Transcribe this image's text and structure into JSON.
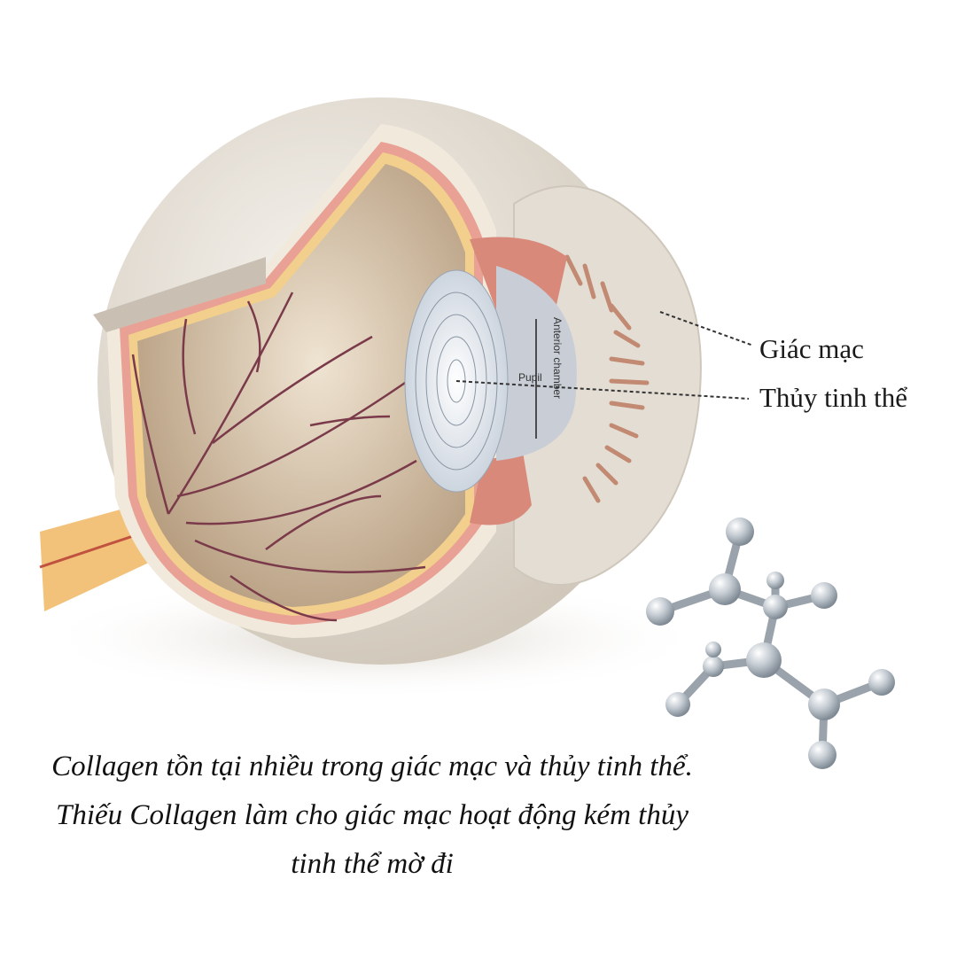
{
  "labels": {
    "cornea": "Giác mạc",
    "lens": "Thủy tinh thể",
    "pupil": "Pupil",
    "anterior_chamber": "Anterior chamber"
  },
  "caption": {
    "line1": "Collagen tồn tại nhiều trong giác mạc và thủy tinh thể.",
    "line2": "Thiếu Collagen làm cho giác mạc hoạt động kém thủy",
    "line3": "tinh thể mờ đi"
  },
  "colors": {
    "sclera": "#e6e0d5",
    "choroid": "#e79a8e",
    "retina": "#f3d08a",
    "interior": "#cdb9a0",
    "lens": "#dfe6ee",
    "vessel": "#7a3a4a"
  }
}
